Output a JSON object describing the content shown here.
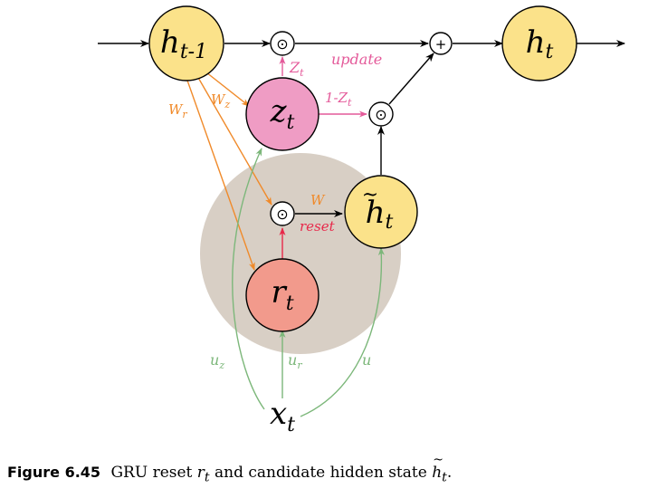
{
  "diagram": {
    "nodes": {
      "h_prev": {
        "main": "h",
        "sub": "t-1"
      },
      "h_t": {
        "main": "h",
        "sub": "t"
      },
      "z_t": {
        "main": "z",
        "sub": "t"
      },
      "h_tilde": {
        "main": "h",
        "sub": "t"
      },
      "r_t": {
        "main": "r",
        "sub": "t"
      },
      "x_t": {
        "main": "x",
        "sub": "t"
      }
    },
    "operators": {
      "mult": "⊙",
      "add": "+"
    },
    "edge_labels": {
      "Z_t": {
        "main": "Z",
        "sub": "t"
      },
      "update": "update",
      "one_minus_Z": {
        "main": "1-Z",
        "sub": "t"
      },
      "W_z": {
        "main": "W",
        "sub": "z"
      },
      "W_r": {
        "main": "W",
        "sub": "r"
      },
      "W": "W",
      "reset": "reset",
      "u_z": {
        "main": "u",
        "sub": "z"
      },
      "u_r": {
        "main": "u",
        "sub": "r"
      },
      "u": "u"
    },
    "colors": {
      "h_fill": "#FBE28A",
      "z_fill": "#EF9CC4",
      "r_fill": "#F29A8C",
      "reset_region": "#D8CFC5",
      "orange": "#F08A2A",
      "pink": "#E45A9A",
      "red": "#E8284A",
      "green": "#7CB77A",
      "black": "#000000"
    }
  },
  "caption": {
    "figure": "Figure 6.45",
    "text_before": "GRU reset",
    "r_main": "r",
    "r_sub": "t",
    "text_mid": "and candidate hidden state",
    "h_main": "h",
    "h_mark": "~",
    "h_sub": "t",
    "text_end": "."
  }
}
